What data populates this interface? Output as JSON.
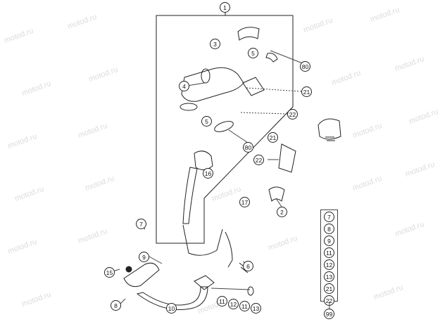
{
  "watermark": "motod.ru",
  "callouts": {
    "c1": "1",
    "c3": "3",
    "c5a": "5",
    "c80a": "80",
    "c4": "4",
    "c21a": "21",
    "c22a": "22",
    "c5b": "5",
    "c21b": "21",
    "c80b": "80",
    "c22b": "22",
    "c16": "16",
    "c17": "17",
    "c2": "2",
    "c7": "7",
    "c9": "9",
    "c15": "15",
    "c8": "8",
    "c10": "10",
    "c6": "6",
    "c11a": "11",
    "c12": "12",
    "c11b": "11",
    "c13": "13"
  },
  "kit": {
    "items": [
      "7",
      "8",
      "9",
      "11",
      "12",
      "13",
      "21",
      "22"
    ],
    "result": "99"
  }
}
